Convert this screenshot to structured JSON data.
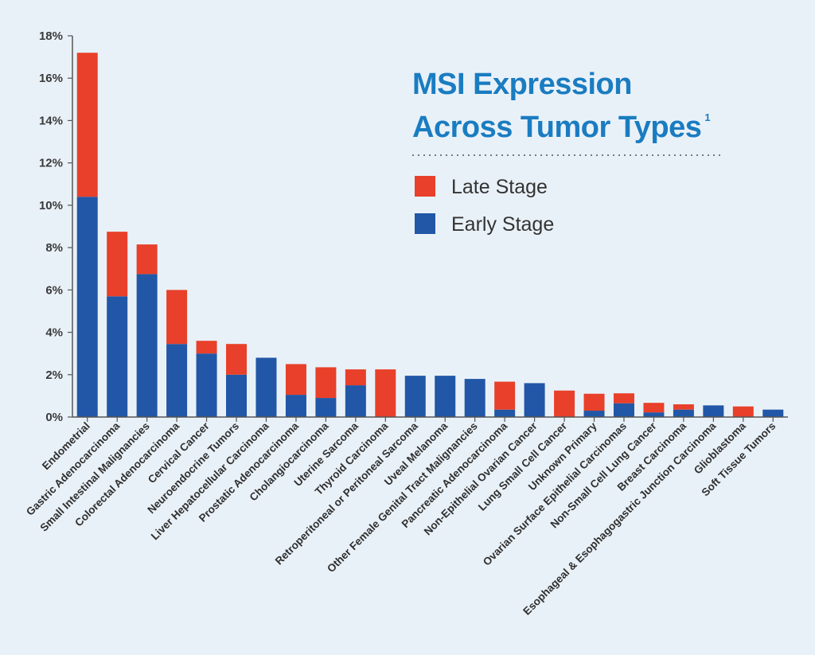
{
  "chart_data": {
    "type": "bar",
    "stacked": true,
    "title_line1": "MSI Expression",
    "title_line2": "Across Tumor Types",
    "title_superscript": "1",
    "ylim": [
      0,
      18
    ],
    "yticks": [
      0,
      2,
      4,
      6,
      8,
      10,
      12,
      14,
      16,
      18
    ],
    "ytick_labels": [
      "0%",
      "2%",
      "4%",
      "6%",
      "8%",
      "10%",
      "12%",
      "14%",
      "16%",
      "18%"
    ],
    "categories": [
      "Endometrial",
      "Gastric Adenocarcinoma",
      "Small Intestinal Malignancies",
      "Colorectal Adenocarcinoma",
      "Cervical Cancer",
      "Neuroendocrine Tumors",
      "Liver Hepatocellular Carcinoma",
      "Prostatic Adenocarcinoma",
      "Cholangiocarcinoma",
      "Uterine Sarcoma",
      "Thyroid Carcinoma",
      "Retroperitoneal or Peritoneal Sarcoma",
      "Uveal Melanoma",
      "Other Female Genital Tract Malignancies",
      "Pancreatic Adenocarcinoma",
      "Non-Epithelial Ovarian Cancer",
      "Lung Small Cell Cancer",
      "Unknown Primary",
      "Ovarian Surface Epithelial Carcinomas",
      "Non-Small Cell Lung Cancer",
      "Breast Carcinoma",
      "Esophageal & Esophagogastric Junction Carcinoma",
      "Glioblastoma",
      "Soft Tissue Tumors"
    ],
    "series": [
      {
        "name": "Early Stage",
        "color": "#2157a6",
        "values": [
          10.4,
          5.7,
          6.75,
          3.45,
          3.0,
          2.0,
          2.8,
          1.05,
          0.9,
          1.5,
          0,
          1.95,
          1.95,
          1.8,
          0.35,
          1.6,
          0,
          0.3,
          0.65,
          0.22,
          0.35,
          0.55,
          0,
          0.35
        ]
      },
      {
        "name": "Late Stage",
        "color": "#e8402a",
        "values": [
          6.8,
          3.05,
          1.4,
          2.55,
          0.6,
          1.45,
          0,
          1.45,
          1.45,
          0.75,
          2.25,
          0,
          0,
          0,
          1.32,
          0,
          1.25,
          0.8,
          0.47,
          0.45,
          0.25,
          0,
          0.5,
          0
        ]
      }
    ],
    "legend": [
      {
        "label": "Late Stage",
        "color": "#e8402a"
      },
      {
        "label": "Early Stage",
        "color": "#2157a6"
      }
    ],
    "legend_position": "top-right",
    "grid": false
  }
}
